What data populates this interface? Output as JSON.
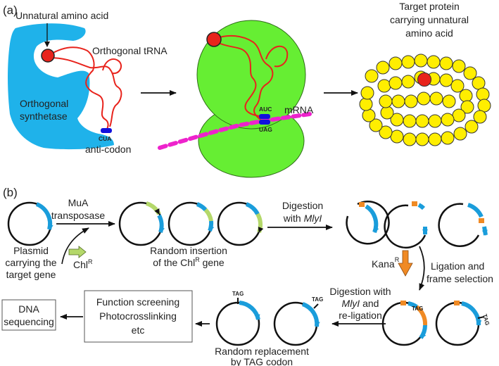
{
  "panel_a": {
    "label": "(a)",
    "unnatural_amino_acid": "Unnatural amino acid",
    "orthogonal_trna": "Orthogonal tRNA",
    "orthogonal_synthetase_1": "Orthogonal",
    "orthogonal_synthetase_2": "synthetase",
    "cua": "CUA",
    "anti_codon": "anti-codon",
    "auc": "AUC",
    "uag": "UAG",
    "mrna": "mRNA",
    "target_protein_1": "Target protein",
    "target_protein_2": "carrying unnatural",
    "target_protein_3": "amino acid"
  },
  "panel_b": {
    "label": "(b)",
    "mua_1": "MuA",
    "mua_2": "transposase",
    "plasmid_1": "Plasmid",
    "plasmid_2": "carrying the",
    "plasmid_3": "target gene",
    "chlr_base": "Chl",
    "chlr_sup": "R",
    "random_insertion_1": "Random insertion",
    "random_insertion_2_pre": "of the Chl",
    "random_insertion_2_sup": "R",
    "random_insertion_2_post": " gene",
    "digestion_mlyi_1": "Digestion",
    "digestion_mlyi_2_pre": "with ",
    "digestion_mlyi_2_em": "MlyI",
    "kanar_base": "Kana",
    "kanar_sup": "R",
    "ligation_1": "Ligation and",
    "ligation_2": "frame selection",
    "religation_1": "Digestion with",
    "religation_2_em": "MlyI",
    "religation_2_post": " and",
    "religation_3": "re-ligation",
    "tag": "TAG",
    "random_replacement_1": "Random replacement",
    "random_replacement_2": "by TAG codon",
    "function_1": "Function screening",
    "function_2": "Photocrosslinking",
    "function_3": "etc",
    "dna_1": "DNA",
    "dna_2": "sequencing"
  },
  "colors": {
    "synthetase": "#1fb2ea",
    "ribosome": "#66ee33",
    "trna": "#e8231c",
    "amino_acid": "#e8231c",
    "protein_bead": "#ffee00",
    "mrna": "#ee22cc",
    "codon": "#1111dd",
    "gene": "#1a9ddb",
    "chl_cassette": "#b4d86a",
    "insert_site": "#f08a24",
    "kana": "#f08a24"
  }
}
